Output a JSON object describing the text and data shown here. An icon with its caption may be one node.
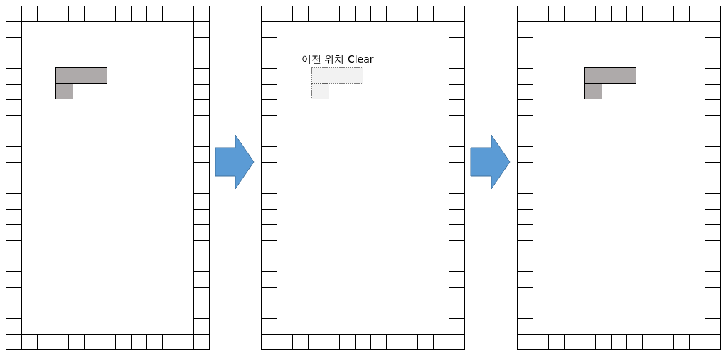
{
  "diagram": {
    "nodes": [
      {
        "text": [],
        "shape": "box"
      },
      {
        "text": [],
        "shape": "box"
      },
      {
        "text": [],
        "shape": "box"
      }
    ],
    "edges": [
      {
        "from": 0,
        "to": 1,
        "arrow": "to"
      },
      {
        "from": 1,
        "to": 2,
        "arrow": "to"
      }
    ],
    "labels": [
      "이전 위치 Clear"
    ]
  }
}
